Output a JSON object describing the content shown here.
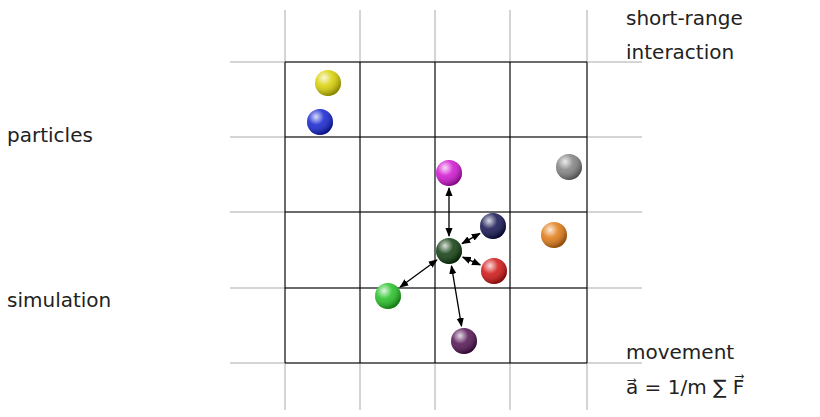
{
  "diagram": {
    "labels": [
      "particles",
      "simulation",
      "short-range interaction",
      "movement",
      "a⃗ = 1/m ∑ F⃗"
    ]
  }
}
